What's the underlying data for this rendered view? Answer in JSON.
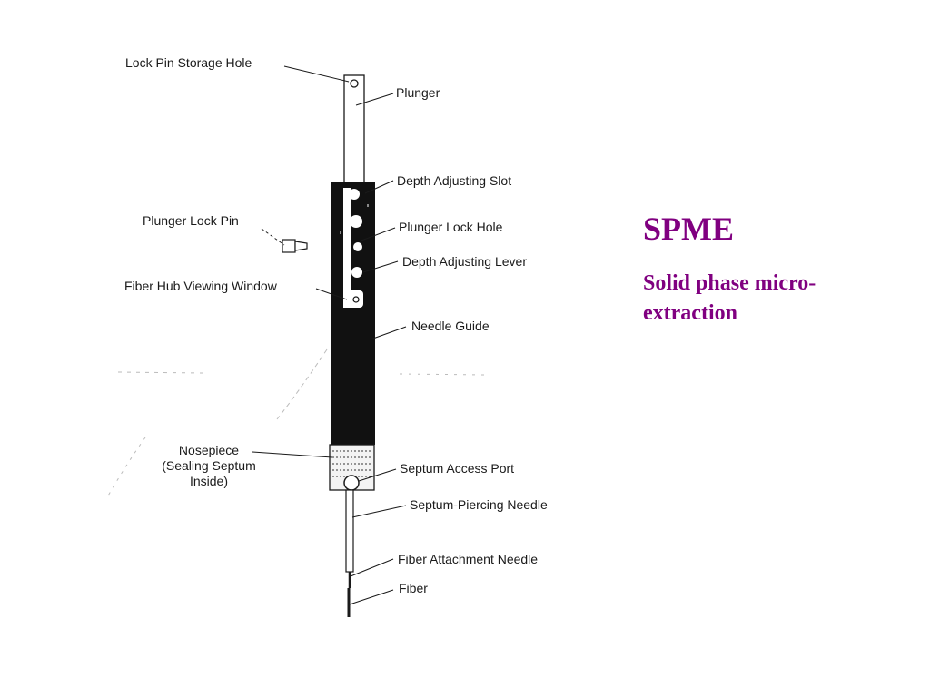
{
  "slide": {
    "title": "SPME",
    "subtitle": "Solid phase micro-extraction"
  },
  "colors": {
    "title": "#800080",
    "ink": "#1a1a1a"
  },
  "labels": {
    "lock_pin_storage_hole": "Lock Pin Storage Hole",
    "plunger": "Plunger",
    "depth_adjusting_slot": "Depth Adjusting Slot",
    "plunger_lock_pin": "Plunger Lock Pin",
    "plunger_lock_hole": "Plunger Lock Hole",
    "depth_adjusting_lever": "Depth Adjusting Lever",
    "fiber_hub_viewing_window": "Fiber Hub  Viewing Window",
    "needle_guide": "Needle Guide",
    "nosepiece_line1": "Nosepiece",
    "nosepiece_line2": "(Sealing Septum",
    "nosepiece_line3": "Inside)",
    "septum_access_port": "Septum Access Port",
    "septum_piercing_needle": "Septum-Piercing Needle",
    "fiber_attachment_needle": "Fiber Attachment Needle",
    "fiber": "Fiber"
  }
}
